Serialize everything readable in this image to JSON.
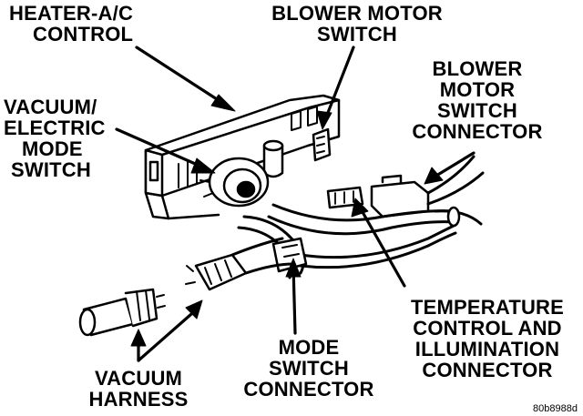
{
  "labels": {
    "heater_ac_control": [
      "HEATER-A/C",
      "CONTROL"
    ],
    "blower_motor_switch": [
      "BLOWER MOTOR",
      "SWITCH"
    ],
    "blower_motor_switch_connector": [
      "BLOWER",
      "MOTOR",
      "SWITCH",
      "CONNECTOR"
    ],
    "vacuum_electric_mode_switch": [
      "VACUUM/",
      "ELECTRIC",
      "MODE",
      "SWITCH"
    ],
    "temperature_control_connector": [
      "TEMPERATURE",
      "CONTROL AND",
      "ILLUMINATION",
      "CONNECTOR"
    ],
    "mode_switch_connector": [
      "MODE",
      "SWITCH",
      "CONNECTOR"
    ],
    "vacuum_harness": [
      "VACUUM",
      "HARNESS"
    ]
  },
  "figure_code": "80b8988d",
  "colors": {
    "ink": "#000000",
    "paper": "#ffffff"
  }
}
